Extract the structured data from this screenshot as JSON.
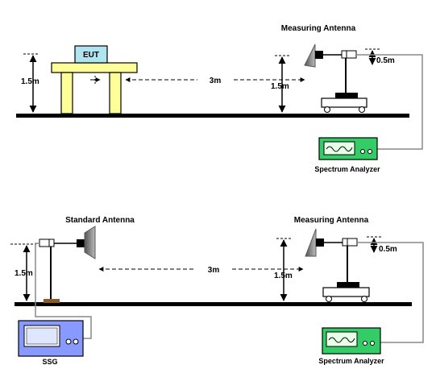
{
  "top_setup": {
    "eut_label": "EUT",
    "eut_height": "1.5m",
    "distance": "3m",
    "antenna_height": "1.5m",
    "antenna_offset": "0.5m",
    "measuring_antenna_title": "Measuring Antenna",
    "analyzer_label": "Spectrum Analyzer"
  },
  "bottom_setup": {
    "standard_antenna_title": "Standard Antenna",
    "standard_antenna_height": "1.5m",
    "distance": "3m",
    "antenna_height": "1.5m",
    "antenna_offset": "0.5m",
    "measuring_antenna_title": "Measuring Antenna",
    "generator_label": "SSG",
    "analyzer_label": "Spectrum Analyzer"
  },
  "colors": {
    "table": "#ffff99",
    "eut_box": "#b0e4ee",
    "analyzer": "#33cc66",
    "generator": "#8899ff",
    "horn": "#888888"
  }
}
